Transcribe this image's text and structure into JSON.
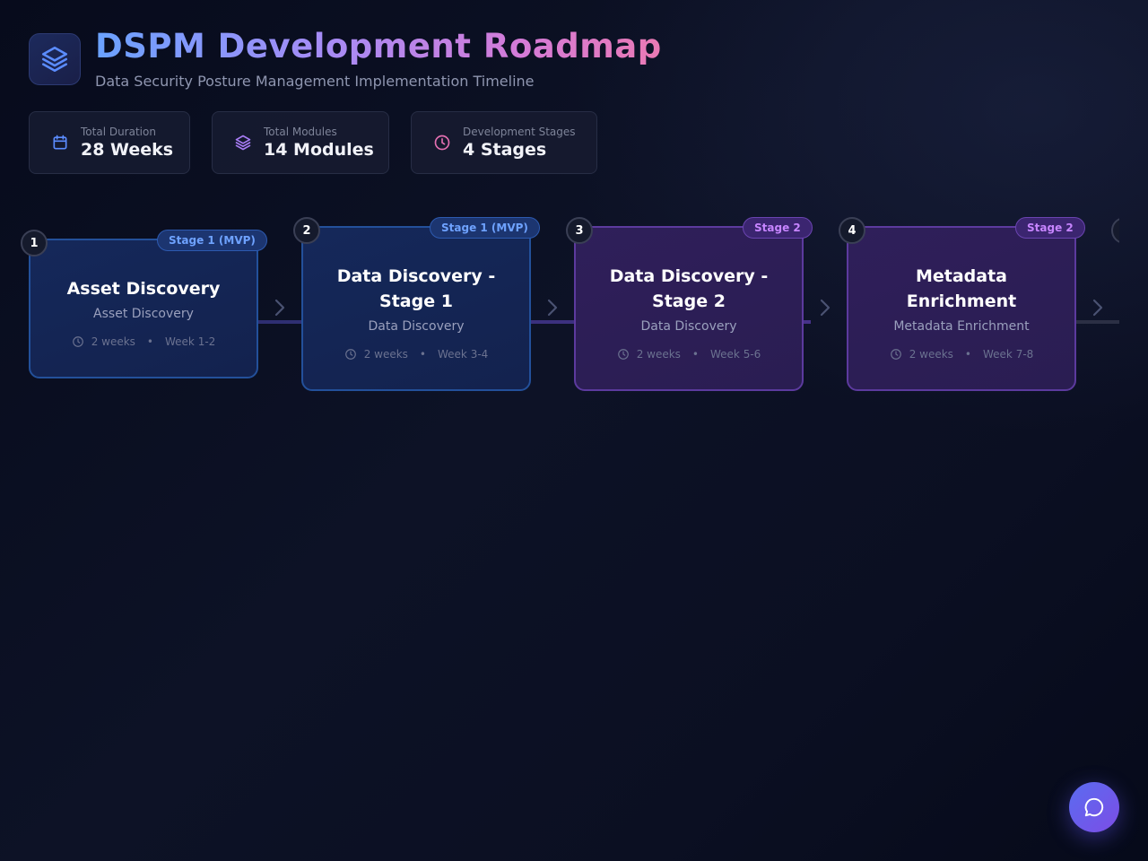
{
  "header": {
    "title": "DSPM Development Roadmap",
    "subtitle": "Data Security Posture Management Implementation Timeline",
    "logo_icon": "layers-icon"
  },
  "stats": [
    {
      "label": "Total Duration",
      "value": "28 Weeks",
      "icon": "calendar-icon",
      "color": "#5b8cff"
    },
    {
      "label": "Total Modules",
      "value": "14 Modules",
      "icon": "layers-icon",
      "color": "#a77cf5"
    },
    {
      "label": "Development Stages",
      "value": "4 Stages",
      "icon": "clock-icon",
      "color": "#e36fb1"
    }
  ],
  "timeline": [
    {
      "number": "1",
      "badge": "Stage 1 (MVP)",
      "title": "Asset Discovery",
      "subtitle": "Asset Discovery",
      "duration": "2 weeks",
      "weeks": "Week 1-2",
      "theme": "blue"
    },
    {
      "number": "2",
      "badge": "Stage 1 (MVP)",
      "title": "Data Discovery - Stage 1",
      "subtitle": "Data Discovery",
      "duration": "2 weeks",
      "weeks": "Week 3-4",
      "theme": "blue"
    },
    {
      "number": "3",
      "badge": "Stage 2",
      "title": "Data Discovery - Stage 2",
      "subtitle": "Data Discovery",
      "duration": "2 weeks",
      "weeks": "Week 5-6",
      "theme": "purple"
    },
    {
      "number": "4",
      "badge": "Stage 2",
      "title": "Metadata Enrichment",
      "subtitle": "Metadata Enrichment",
      "duration": "2 weeks",
      "weeks": "Week 7-8",
      "theme": "purple"
    }
  ],
  "meta_separator": "•",
  "chat_button": {
    "icon": "chat-bubble-icon"
  },
  "colors": {
    "blue_accent": "#6ea2ff",
    "purple_accent": "#c785ff",
    "background": "#0d1226"
  }
}
